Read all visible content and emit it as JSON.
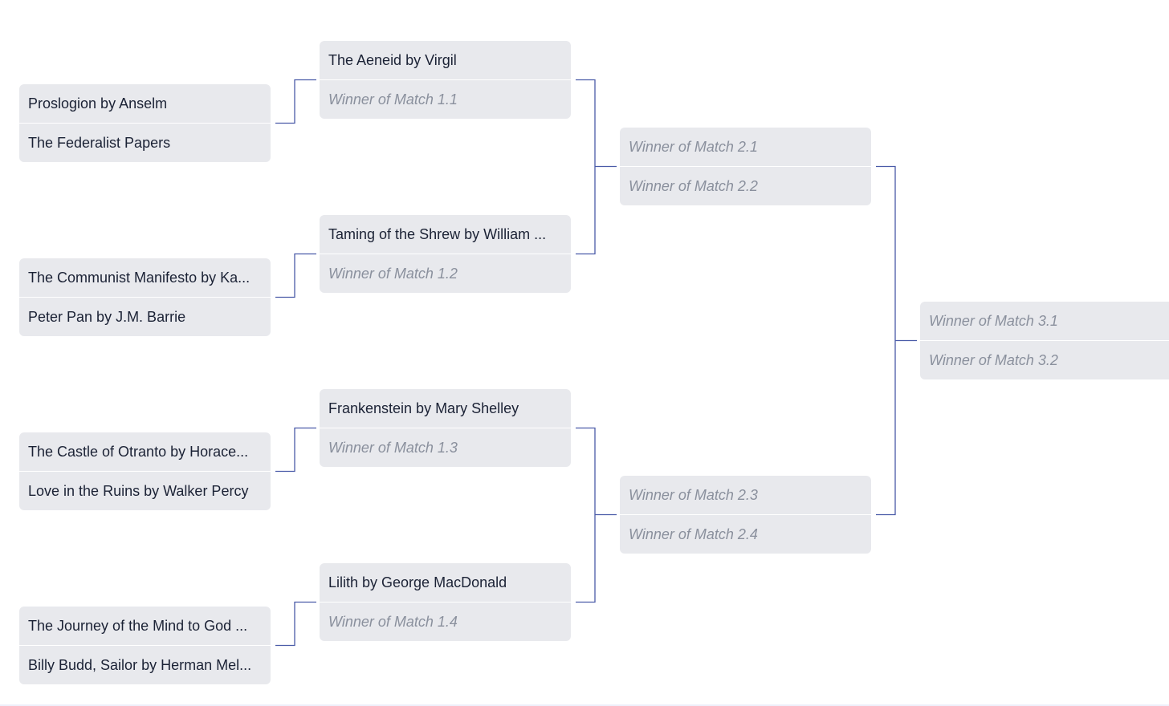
{
  "rounds": [
    {
      "matches": [
        {
          "a": {
            "label": "Proslogion by Anselm",
            "placeholder": false
          },
          "b": {
            "label": "The Federalist Papers",
            "placeholder": false
          }
        },
        {
          "a": {
            "label": "The Communist Manifesto by Ka...",
            "placeholder": false
          },
          "b": {
            "label": "Peter Pan by J.M. Barrie",
            "placeholder": false
          }
        },
        {
          "a": {
            "label": "The Castle of Otranto by Horace...",
            "placeholder": false
          },
          "b": {
            "label": "Love in the Ruins by Walker Percy",
            "placeholder": false
          }
        },
        {
          "a": {
            "label": "The Journey of the Mind to God ...",
            "placeholder": false
          },
          "b": {
            "label": "Billy Budd, Sailor by Herman Mel...",
            "placeholder": false
          }
        }
      ]
    },
    {
      "matches": [
        {
          "a": {
            "label": "The Aeneid by Virgil",
            "placeholder": false
          },
          "b": {
            "label": "Winner of Match 1.1",
            "placeholder": true
          }
        },
        {
          "a": {
            "label": "Taming of the Shrew by William ...",
            "placeholder": false
          },
          "b": {
            "label": "Winner of Match 1.2",
            "placeholder": true
          }
        },
        {
          "a": {
            "label": "Frankenstein by Mary Shelley",
            "placeholder": false
          },
          "b": {
            "label": "Winner of Match 1.3",
            "placeholder": true
          }
        },
        {
          "a": {
            "label": "Lilith by George MacDonald",
            "placeholder": false
          },
          "b": {
            "label": "Winner of Match 1.4",
            "placeholder": true
          }
        }
      ]
    },
    {
      "matches": [
        {
          "a": {
            "label": "Winner of Match 2.1",
            "placeholder": true
          },
          "b": {
            "label": "Winner of Match 2.2",
            "placeholder": true
          }
        },
        {
          "a": {
            "label": "Winner of Match 2.3",
            "placeholder": true
          },
          "b": {
            "label": "Winner of Match 2.4",
            "placeholder": true
          }
        }
      ]
    },
    {
      "matches": [
        {
          "a": {
            "label": "Winner of Match 3.1",
            "placeholder": true
          },
          "b": {
            "label": "Winner of Match 3.2",
            "placeholder": true
          }
        }
      ]
    }
  ],
  "colors": {
    "card_bg": "#e8e9ed",
    "team_text": "#1b2235",
    "placeholder_text": "#8a909d",
    "connector": "#4a5ba8"
  }
}
